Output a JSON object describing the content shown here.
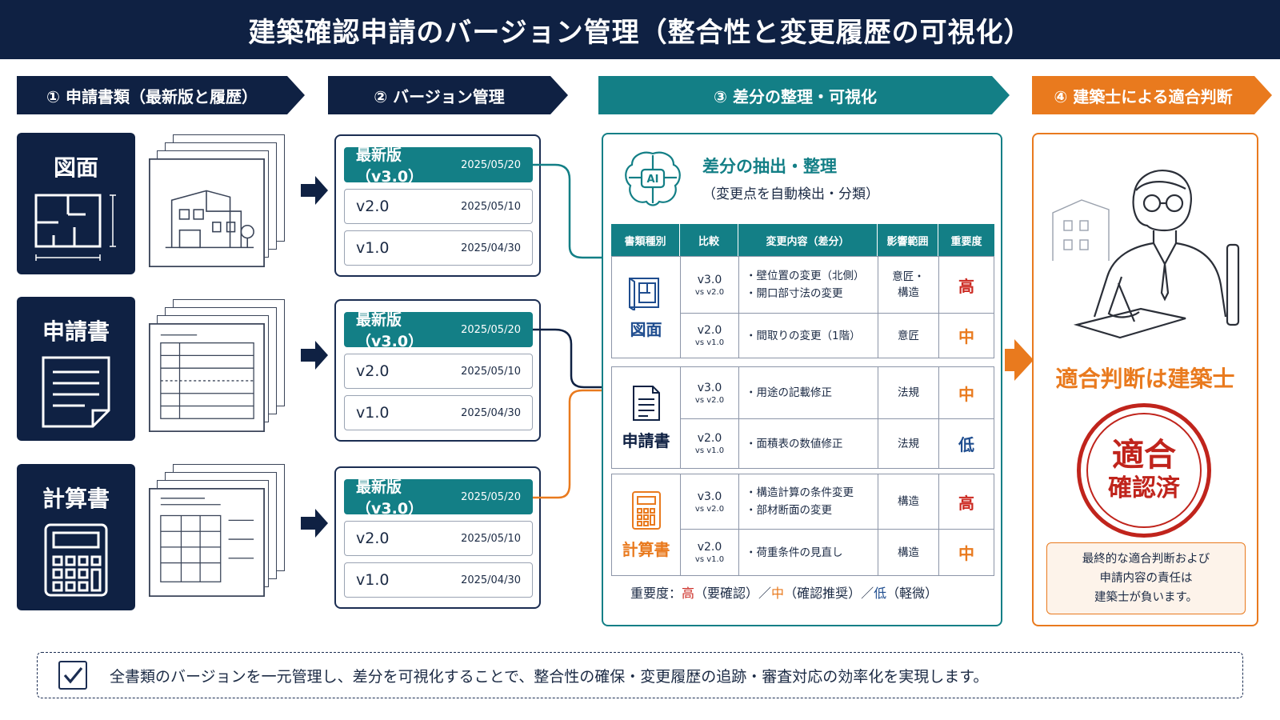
{
  "title": "建築確認申請のバージョン管理（整合性と変更履歴の可視化）",
  "steps": [
    {
      "label": "① 申請書類（最新版と履歴）"
    },
    {
      "label": "② バージョン管理"
    },
    {
      "label": "③ 差分の整理・可視化"
    },
    {
      "label": "④ 建築士による適合判断"
    }
  ],
  "documents": [
    {
      "name": "図面",
      "icon": "floor-plan-icon"
    },
    {
      "name": "申請書",
      "icon": "form-document-icon"
    },
    {
      "name": "計算書",
      "icon": "calculator-icon"
    }
  ],
  "versions": [
    {
      "label": "最新版（v3.0）",
      "date": "2025/05/20"
    },
    {
      "label": "v2.0",
      "date": "2025/05/10"
    },
    {
      "label": "v1.0",
      "date": "2025/04/30"
    }
  ],
  "diff": {
    "icon": "ai-brain-icon",
    "title": "差分の抽出・整理",
    "subtitle": "（変更点を自動検出・分類）",
    "headers": [
      "書類種別",
      "比較",
      "変更内容（差分）",
      "影響範囲",
      "重要度"
    ],
    "groups": [
      {
        "type": "図面",
        "rows": [
          {
            "cmp_a": "v3.0",
            "cmp_b": "vs v2.0",
            "changes": [
              "・壁位置の変更（北側）",
              "・開口部寸法の変更"
            ],
            "scope": [
              "意匠・",
              "構造"
            ],
            "importance": "高",
            "level": "hi"
          },
          {
            "cmp_a": "v2.0",
            "cmp_b": "vs v1.0",
            "changes": [
              "・間取りの変更（1階）"
            ],
            "scope": [
              "意匠"
            ],
            "importance": "中",
            "level": "mid"
          }
        ]
      },
      {
        "type": "申請書",
        "rows": [
          {
            "cmp_a": "v3.0",
            "cmp_b": "vs v2.0",
            "changes": [
              "・用途の記載修正"
            ],
            "scope": [
              "法規"
            ],
            "importance": "中",
            "level": "mid"
          },
          {
            "cmp_a": "v2.0",
            "cmp_b": "vs v1.0",
            "changes": [
              "・面積表の数値修正"
            ],
            "scope": [
              "法規"
            ],
            "importance": "低",
            "level": "lo"
          }
        ]
      },
      {
        "type": "計算書",
        "rows": [
          {
            "cmp_a": "v3.0",
            "cmp_b": "vs v2.0",
            "changes": [
              "・構造計算の条件変更",
              "・部材断面の変更"
            ],
            "scope": [
              "構造"
            ],
            "importance": "高",
            "level": "hi"
          },
          {
            "cmp_a": "v2.0",
            "cmp_b": "vs v1.0",
            "changes": [
              "・荷重条件の見直し"
            ],
            "scope": [
              "構造"
            ],
            "importance": "中",
            "level": "mid"
          }
        ]
      }
    ],
    "legend": {
      "prefix": "重要度：",
      "high": "高",
      "high_note": "（要確認）／",
      "mid": "中",
      "mid_note": "（確認推奨）／",
      "low": "低",
      "low_note": "（軽微）"
    }
  },
  "judgement": {
    "title": "適合判断は建築士",
    "stamp_line1": "適合",
    "stamp_line2": "確認済",
    "note": [
      "最終的な適合判断および",
      "申請内容の責任は",
      "建築士が負います。"
    ]
  },
  "summary": "全書類のバージョンを一元管理し、差分を可視化することで、整合性の確保・変更履歴の追跡・審査対応の効率化を実現します。",
  "colors": {
    "navy": "#0f2143",
    "teal": "#137f86",
    "orange": "#e97a1e",
    "red": "#cc2a22",
    "blue": "#1f4d8f"
  }
}
